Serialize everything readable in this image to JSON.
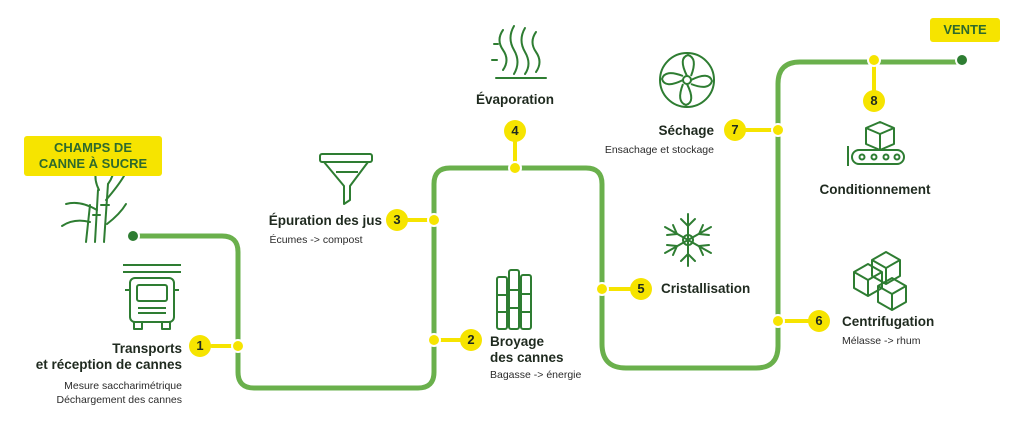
{
  "colors": {
    "path": "#6ab04c",
    "accent": "#f6e400",
    "icon": "#2e7d32",
    "text": "#1f2a1f"
  },
  "start": {
    "label_line1": "CHAMPS DE",
    "label_line2": "CANNE À SUCRE",
    "icon": "sugarcane-plant-icon"
  },
  "end": {
    "label": "VENTE"
  },
  "steps": [
    {
      "number": "1",
      "title_line1": "Transports",
      "title_line2": "et réception de cannes",
      "sub_line1": "Mesure saccharimétrique",
      "sub_line2": "Déchargement des cannes",
      "icon": "truck-icon"
    },
    {
      "number": "2",
      "title_line1": "Broyage",
      "title_line2": "des cannes",
      "sub_line1": "Bagasse -> énergie",
      "icon": "cane-stalks-icon"
    },
    {
      "number": "3",
      "title_line1": "Épuration des jus",
      "sub_line1": "Écumes -> compost",
      "icon": "funnel-icon"
    },
    {
      "number": "4",
      "title_line1": "Évaporation",
      "icon": "steam-icon"
    },
    {
      "number": "5",
      "title_line1": "Cristallisation",
      "icon": "crystal-icon"
    },
    {
      "number": "6",
      "title_line1": "Centrifugation",
      "sub_line1": "Mélasse -> rhum",
      "icon": "sugar-cubes-icon"
    },
    {
      "number": "7",
      "title_line1": "Séchage",
      "sub_line1": "Ensachage et stockage",
      "icon": "fan-icon"
    },
    {
      "number": "8",
      "title_line1": "Conditionnement",
      "icon": "conveyor-box-icon"
    }
  ]
}
